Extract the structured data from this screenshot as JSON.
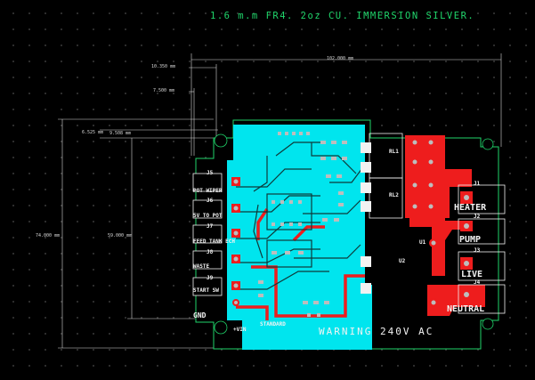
{
  "board": {
    "fab_note": "1.6 m.m FR4. 2oz CU. IMMERSION SILVER.",
    "warning": "WARNING 240V AC"
  },
  "dimensions": {
    "width_total": "102.000 mm",
    "offset_a": "10.350 mm",
    "offset_b": "7.500 mm",
    "offset_c": "6.525 mm",
    "offset_d": "9.508 mm",
    "height_total": "74.000 mm",
    "height_inner": "59.000 mm"
  },
  "left_labels": {
    "j5": "J5",
    "pot_wiper": "POT WIPER",
    "j6": "J6",
    "v_to_pot": "5V TO POT",
    "j7": "J7",
    "feed_tank": "FEED TANK ECH",
    "j8": "J8",
    "waste": "WASTE",
    "j9": "J9",
    "start": "START SW",
    "gnd": "GND",
    "vin": "+VIN",
    "standard": "STANDARD"
  },
  "right_labels": {
    "rl1": "RL1",
    "rl2": "RL2",
    "u1": "U1",
    "u2": "U2",
    "j1": "J1",
    "heater": "HEATER",
    "j2": "J2",
    "pump": "PUMP",
    "j3": "J3",
    "live": "LIVE",
    "j4": "J4",
    "neutral": "NEUTRAL"
  },
  "colors": {
    "copper_top": "#00e5ee",
    "copper_bottom": "#ee1d1d",
    "silkscreen": "#f2f2f2",
    "outline": "#1fd46a",
    "pads": "#bdbdbd",
    "dimension": "#d8d8d8",
    "background": "#000000"
  }
}
